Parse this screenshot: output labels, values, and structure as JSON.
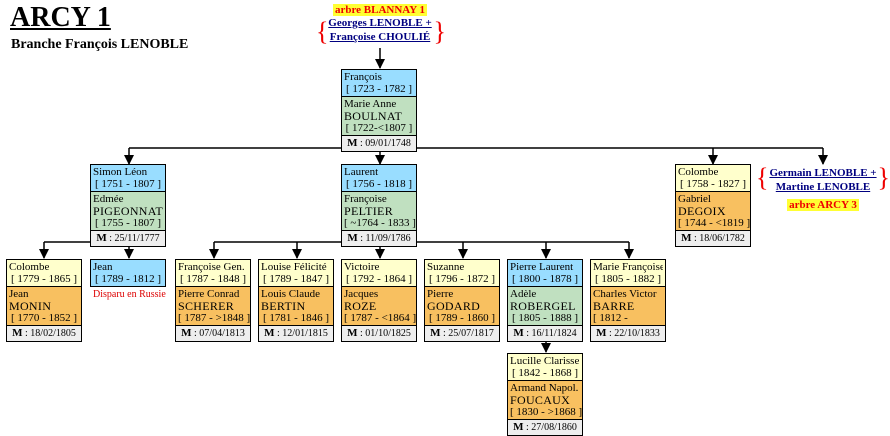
{
  "header": {
    "title": "ARCY 1",
    "subtitle": "Branche François LENOBLE"
  },
  "parents_ref": {
    "tree_label": "arbre BLANNAY 1",
    "father": "Georges LENOBLE +",
    "mother": "Françoise CHOULIÉ"
  },
  "side_ref": {
    "father": "Germain LENOBLE +",
    "mother": "Martine LENOBLE",
    "tree_label": "arbre ARCY 3"
  },
  "colors": {
    "male_lenoble": "#99ddff",
    "female_lenoble": "#ffffcc",
    "spouse_female": "#c0e0c0",
    "spouse_male": "#f8c060",
    "marriage": "#eeeeee",
    "tree_tag_bg": "#ffff33",
    "tree_tag_text": "#ee0000"
  },
  "root": {
    "name": "François",
    "dates": "[ 1723 - 1782 ]",
    "spouse_first": "Marie Anne",
    "spouse_last": "BOULNAT",
    "spouse_dates": "[ 1722-<1807 ]",
    "marriage_label": "M",
    "marriage_date": ": 09/01/1748"
  },
  "gen2": [
    {
      "name": "Simon Léon",
      "dates": "[ 1751 - 1807 ]",
      "spouse_first": "Edmée",
      "spouse_last": "PIGEONNAT",
      "spouse_dates": "[ 1755 - 1807 ]",
      "marriage_label": "M",
      "marriage_date": ": 25/11/1777"
    },
    {
      "name": "Laurent",
      "dates": "[ 1756 - 1818 ]",
      "spouse_first": "Françoise",
      "spouse_last": "PELTIER",
      "spouse_dates": "[ ~1764 - 1833 ]",
      "marriage_label": "M",
      "marriage_date": ": 11/09/1786"
    },
    {
      "name": "Colombe",
      "dates": "[ 1758 - 1827 ]",
      "spouse_first": "Gabriel",
      "spouse_last": "DEGOIX",
      "spouse_dates": "[ 1744 - <1819 ]",
      "marriage_label": "M",
      "marriage_date": ": 18/06/1782"
    }
  ],
  "gen3_simon": [
    {
      "name": "Colombe",
      "dates": "[ 1779 - 1865 ]",
      "spouse_first": "Jean",
      "spouse_last": "MONIN",
      "spouse_dates": "[ 1770 - 1852 ]",
      "marriage_label": "M",
      "marriage_date": ": 18/02/1805"
    },
    {
      "name": "Jean",
      "dates": "[ 1789 - 1812 ]",
      "note": "Disparu en Russie"
    }
  ],
  "gen3_laurent": [
    {
      "name": "Françoise Gen.",
      "dates": "[ 1787 - 1848 ]",
      "spouse_first": "Pierre Conrad",
      "spouse_last": "SCHERER",
      "spouse_dates": "[ 1787 - >1848 ]",
      "marriage_label": "M",
      "marriage_date": ": 07/04/1813"
    },
    {
      "name": "Louise Félicité",
      "dates": "[ 1789 - 1847 ]",
      "spouse_first": "Louis Claude",
      "spouse_last": "BERTIN",
      "spouse_dates": "[ 1781 - 1846 ]",
      "marriage_label": "M",
      "marriage_date": ": 12/01/1815"
    },
    {
      "name": "Victoire",
      "dates": "[ 1792 - 1864 ]",
      "spouse_first": "Jacques",
      "spouse_last": "ROZE",
      "spouse_dates": "[ 1787 - <1864 ]",
      "marriage_label": "M",
      "marriage_date": ": 01/10/1825"
    },
    {
      "name": "Suzanne",
      "dates": "[ 1796 - 1872 ]",
      "spouse_first": "Pierre",
      "spouse_last": "GODARD",
      "spouse_dates": "[ 1789 - 1860 ]",
      "marriage_label": "M",
      "marriage_date": ": 25/07/1817"
    },
    {
      "name": "Pierre Laurent",
      "dates": "[ 1800 - 1878 ]",
      "spouse_first": "Adèle",
      "spouse_last": "ROBERGEL",
      "spouse_dates": "[ 1805 - 1888 ]",
      "marriage_label": "M",
      "marriage_date": ": 16/11/1824"
    },
    {
      "name": "Marie Françoise",
      "dates": "[ 1805 - 1882 ]",
      "spouse_first": "Charles Victor",
      "spouse_last": "BARRE",
      "spouse_dates": "[ 1812 -",
      "marriage_label": "M",
      "marriage_date": ": 22/10/1833"
    }
  ],
  "gen4": {
    "name": "Lucille Clarisse",
    "dates": "[ 1842 - 1868 ]",
    "spouse_first": "Armand Napol.",
    "spouse_last": "FOUCAUX",
    "spouse_dates": "[ 1830 - >1868 ]",
    "marriage_label": "M",
    "marriage_date": ": 27/08/1860"
  }
}
